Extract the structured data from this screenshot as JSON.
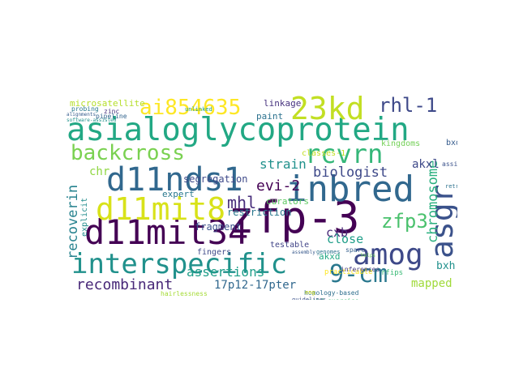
{
  "words": [
    {
      "text": "asialoglycoprotein",
      "color": "#22a884"
    },
    {
      "text": "zfp-3",
      "color": "#440154"
    },
    {
      "text": "inbred",
      "color": "#31688e"
    },
    {
      "text": "interspecific",
      "color": "#21918c"
    },
    {
      "text": "d11mit34",
      "color": "#440154"
    },
    {
      "text": "d11nds1",
      "color": "#31688e"
    },
    {
      "text": "d11mit8",
      "color": "#d8e219"
    },
    {
      "text": "23kd",
      "color": "#c2df23"
    },
    {
      "text": "amog",
      "color": "#3e4989"
    },
    {
      "text": "ai854635",
      "color": "#fde725"
    },
    {
      "text": "asgr",
      "color": "#3b528b"
    },
    {
      "text": "rcvrn",
      "color": "#35b779"
    },
    {
      "text": "backcross",
      "color": "#7ad151"
    },
    {
      "text": "9-cm",
      "color": "#2a788e"
    },
    {
      "text": "rhl-1",
      "color": "#3e4989"
    },
    {
      "text": "zfp3",
      "color": "#4ac16d"
    },
    {
      "text": "recombinant",
      "color": "#482878"
    },
    {
      "text": "chromosome",
      "color": "#2ab07f"
    },
    {
      "text": "recoverin",
      "color": "#26828e"
    },
    {
      "text": "mhl",
      "color": "#472d7b"
    },
    {
      "text": "evi-2",
      "color": "#440154"
    },
    {
      "text": "biologist",
      "color": "#3e4989"
    },
    {
      "text": "assertions",
      "color": "#1f9e89"
    },
    {
      "text": "17p12-17pter",
      "color": "#31688e"
    },
    {
      "text": "strain",
      "color": "#21918c"
    },
    {
      "text": "mapped",
      "color": "#a0da39"
    },
    {
      "text": "cxb",
      "color": "#482878"
    },
    {
      "text": "close",
      "color": "#1f9e89"
    },
    {
      "text": "akxl",
      "color": "#3e4989"
    },
    {
      "text": "bxh",
      "color": "#21918c"
    },
    {
      "text": "segregation",
      "color": "#3e4989"
    },
    {
      "text": "microsatellite",
      "color": "#b5de2b"
    },
    {
      "text": "linkage",
      "color": "#46327e"
    },
    {
      "text": "chr",
      "color": "#90d743"
    },
    {
      "text": "fragment",
      "color": "#3b528b"
    },
    {
      "text": "restriction",
      "color": "#2a788e"
    },
    {
      "text": "curators",
      "color": "#5ec962"
    },
    {
      "text": "paint",
      "color": "#2c728e"
    },
    {
      "text": "expert",
      "color": "#2a788e"
    },
    {
      "text": "classes-1",
      "color": "#c2df23"
    },
    {
      "text": "kingdoms",
      "color": "#73d056"
    },
    {
      "text": "fingers",
      "color": "#3e4989"
    },
    {
      "text": "testable",
      "color": "#414487"
    },
    {
      "text": "akxd",
      "color": "#22a884"
    },
    {
      "text": "bxd",
      "color": "#365c8d"
    },
    {
      "text": "explicit",
      "color": "#228d8d"
    },
    {
      "text": "practicable",
      "color": "#fde725"
    },
    {
      "text": "rfips",
      "color": "#3aba76"
    },
    {
      "text": "inferences",
      "color": "#443983"
    },
    {
      "text": "homology-based",
      "color": "#2e6f8e"
    },
    {
      "text": "sparc",
      "color": "#35608d"
    },
    {
      "text": "self-exercise",
      "color": "#3dbc74"
    },
    {
      "text": "hairlessness",
      "color": "#a5db36"
    },
    {
      "text": "guidelines",
      "color": "#3b528b"
    },
    {
      "text": "genomes",
      "color": "#2c728e"
    },
    {
      "text": "eng",
      "color": "#d8e219"
    },
    {
      "text": "pipeline",
      "color": "#32648e"
    },
    {
      "text": "zinc",
      "color": "#46327e"
    },
    {
      "text": "probing",
      "color": "#2a788e"
    },
    {
      "text": "unlinked",
      "color": "#1fa187"
    },
    {
      "text": "alignments",
      "color": "#365c8d"
    },
    {
      "text": "software-assisted",
      "color": "#21918c"
    },
    {
      "text": "assignments",
      "color": "#3b528b"
    },
    {
      "text": "retrieving",
      "color": "#2c728e"
    },
    {
      "text": "helps",
      "color": "#6ccd5a"
    },
    {
      "text": "assembly",
      "color": "#38598c"
    }
  ]
}
